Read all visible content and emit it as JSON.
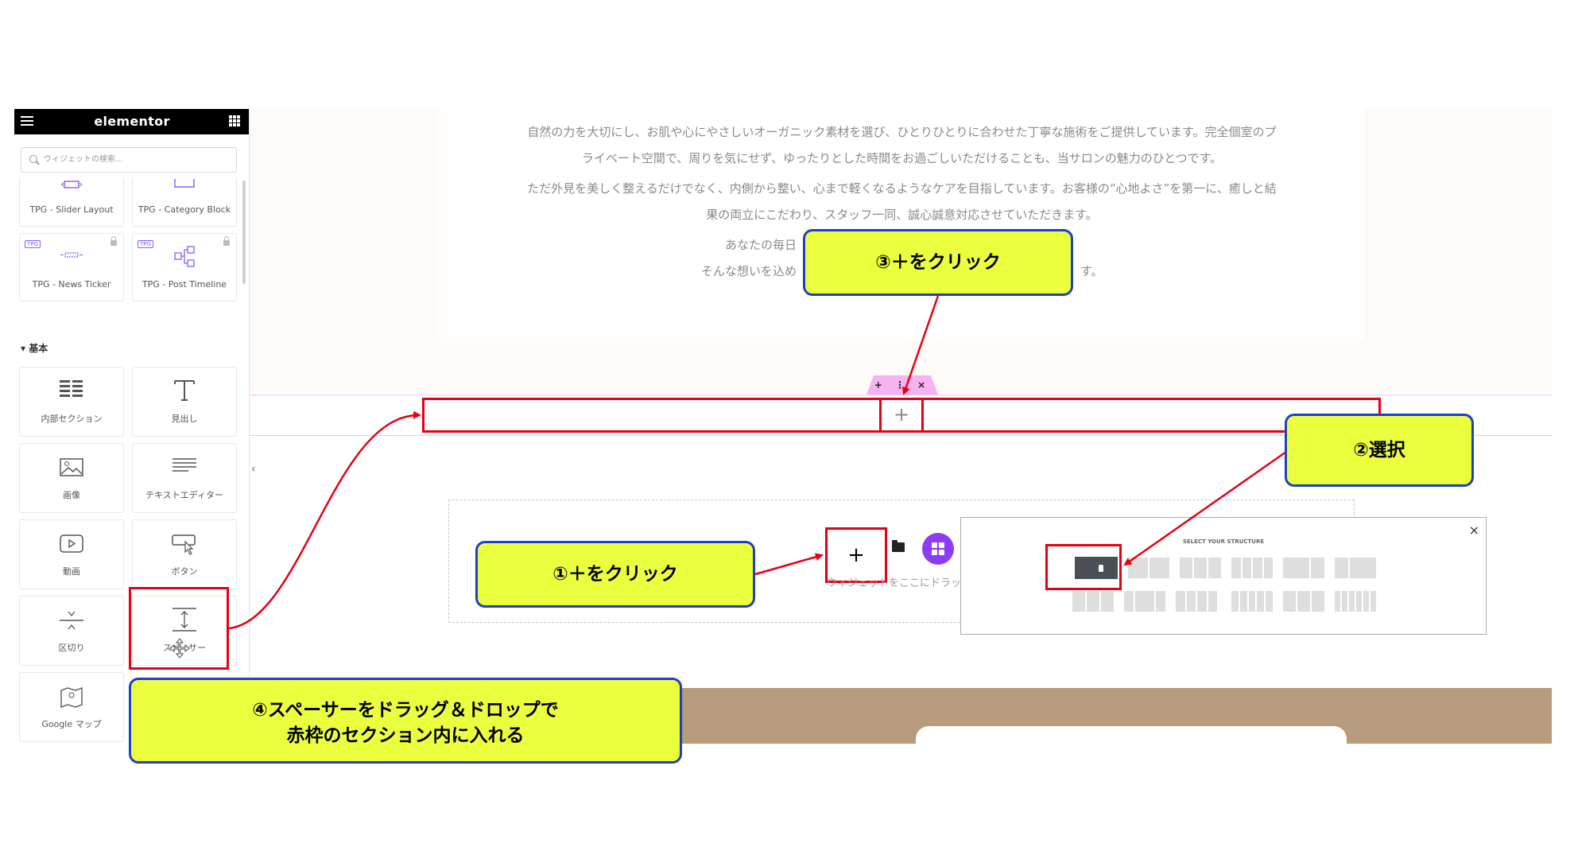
{
  "sidebar": {
    "logo": "elementor",
    "search_placeholder": "ウィジェットの検索...",
    "top_widgets": [
      {
        "label": "TPG - Slider Layout"
      },
      {
        "label": "TPG - Category Block"
      },
      {
        "label": "TPG - News Ticker",
        "badge": "TPG"
      },
      {
        "label": "TPG - Post Timeline",
        "badge": "TPG"
      }
    ],
    "category": "基本",
    "basic_widgets": [
      {
        "label": "内部セクション",
        "icon": "inner-section-icon"
      },
      {
        "label": "見出し",
        "icon": "heading-icon"
      },
      {
        "label": "画像",
        "icon": "image-icon"
      },
      {
        "label": "テキストエディター",
        "icon": "text-editor-icon"
      },
      {
        "label": "動画",
        "icon": "video-icon"
      },
      {
        "label": "ボタン",
        "icon": "button-icon"
      },
      {
        "label": "区切り",
        "icon": "divider-icon"
      },
      {
        "label": "スペーサー",
        "icon": "spacer-icon"
      },
      {
        "label": "Google マップ",
        "icon": "map-icon"
      }
    ]
  },
  "canvas": {
    "paragraph_lines": [
      "自然の力を大切にし、お肌や心にやさしいオーガニック素材を選び、ひとりひとりに合わせた丁寧な施術をご提供しています。完全個室のプ",
      "ライベート空間で、周りを気にせず、ゆったりとした時間をお過ごしいただけることも、当サロンの魅力のひとつです。",
      "ただ外見を美しく整えるだけでなく、内側から整い、心まで軽くなるようなケアを目指しています。お客様の“心地よさ”を第一に、癒しと結",
      "果の両立にこだわり、スタッフ一同、誠心誠意対応させていただきます。",
      "あなたの毎日",
      "そんな想いを込め",
      "す。"
    ],
    "section_handle": "+ ⋮ ×",
    "row_plus": "+",
    "add_plus": "+",
    "drop_hint": "ウィジェットをここにドラッ",
    "structure_title": "SELECT YOUR STRUCTURE",
    "structure_close": "×"
  },
  "callouts": {
    "step1": "①＋をクリック",
    "step2": "②選択",
    "step3": "③＋をクリック",
    "step4_line1": "④スペーサーをドラッグ＆ドロップで",
    "step4_line2": "赤枠のセクション内に入れる"
  },
  "colors": {
    "callout_fill": "#ecff3f",
    "callout_border": "#1f3fc4",
    "highlight_red": "#e60012",
    "elementor_purple": "#8b3cf7",
    "footer_brown": "#b69b7c"
  }
}
